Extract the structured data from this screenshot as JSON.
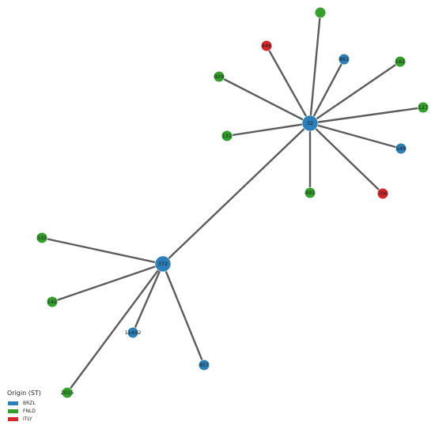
{
  "colors": {
    "BRZL": "#2c7fb8",
    "FNLD": "#33a02c",
    "ITLY": "#d62728",
    "edge": "#5c5c5c"
  },
  "legend": {
    "title": "Origin (ST)",
    "entries": [
      {
        "key": "BRZL",
        "label": "BRZL"
      },
      {
        "key": "FNLD",
        "label": "FNLD"
      },
      {
        "key": "ITLY",
        "label": "ITLY"
      }
    ]
  },
  "nodes": [
    {
      "id": "n32",
      "label": "32",
      "group": "BRZL",
      "hub": true
    },
    {
      "id": "n372",
      "label": "372",
      "group": "BRZL",
      "hub": true
    },
    {
      "id": "ntop",
      "label": "",
      "group": "FNLD"
    },
    {
      "id": "n446",
      "label": "446",
      "group": "ITLY"
    },
    {
      "id": "n861",
      "label": "861",
      "group": "BRZL"
    },
    {
      "id": "n162",
      "label": "162",
      "group": "FNLD"
    },
    {
      "id": "n929",
      "label": "929",
      "group": "FNLD"
    },
    {
      "id": "n127",
      "label": "127",
      "group": "FNLD"
    },
    {
      "id": "n131",
      "label": "131",
      "group": "FNLD"
    },
    {
      "id": "n549",
      "label": "549",
      "group": "BRZL"
    },
    {
      "id": "n491",
      "label": "491",
      "group": "FNLD"
    },
    {
      "id": "n706",
      "label": "706",
      "group": "ITLY"
    },
    {
      "id": "n532",
      "label": "532",
      "group": "FNLD"
    },
    {
      "id": "n142",
      "label": "142",
      "group": "FNLD"
    },
    {
      "id": "n11492",
      "label": "11492",
      "group": "BRZL"
    },
    {
      "id": "n457",
      "label": "457",
      "group": "BRZL"
    },
    {
      "id": "n2015",
      "label": "2015",
      "group": "FNLD"
    }
  ],
  "edges": [
    [
      "n32",
      "n372"
    ],
    [
      "n32",
      "ntop"
    ],
    [
      "n32",
      "n446"
    ],
    [
      "n32",
      "n861"
    ],
    [
      "n32",
      "n162"
    ],
    [
      "n32",
      "n929"
    ],
    [
      "n32",
      "n127"
    ],
    [
      "n32",
      "n131"
    ],
    [
      "n32",
      "n549"
    ],
    [
      "n32",
      "n491"
    ],
    [
      "n32",
      "n706"
    ],
    [
      "n372",
      "n532"
    ],
    [
      "n372",
      "n142"
    ],
    [
      "n372",
      "n11492"
    ],
    [
      "n372",
      "n457"
    ],
    [
      "n372",
      "n2015"
    ]
  ]
}
